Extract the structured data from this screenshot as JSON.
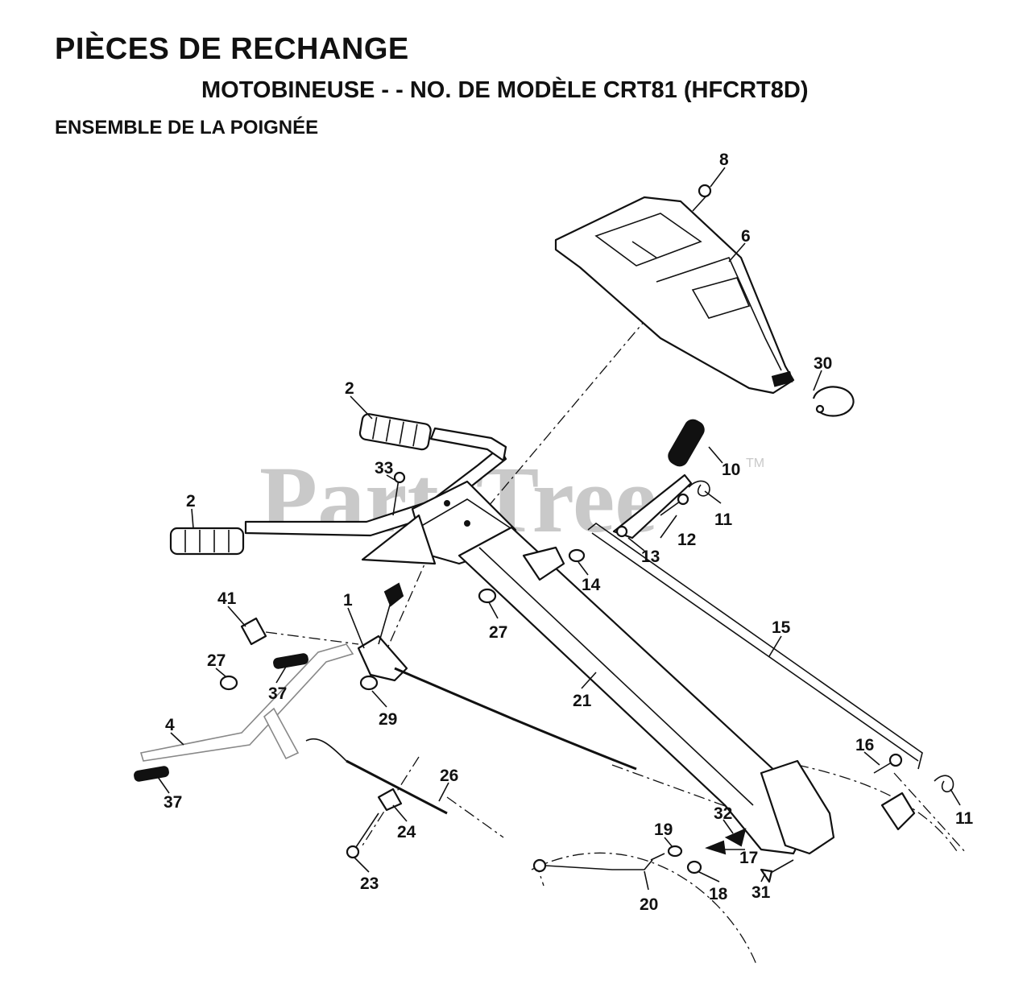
{
  "header": {
    "title": "PIÈCES DE RECHANGE",
    "subtitle": "MOTOBINEUSE - - NO.  DE MODÈLE CRT81 (HFCRT8D)",
    "section": "ENSEMBLE DE LA POIGNÉE"
  },
  "watermark": {
    "text": "PartsTree",
    "trademark": "TM"
  },
  "callouts": [
    "8",
    "6",
    "30",
    "2",
    "10",
    "33",
    "11",
    "2",
    "12",
    "13",
    "14",
    "27",
    "41",
    "1",
    "15",
    "27",
    "21",
    "37",
    "29",
    "4",
    "16",
    "26",
    "32",
    "11",
    "24",
    "19",
    "17",
    "37",
    "20",
    "18",
    "31",
    "23"
  ]
}
